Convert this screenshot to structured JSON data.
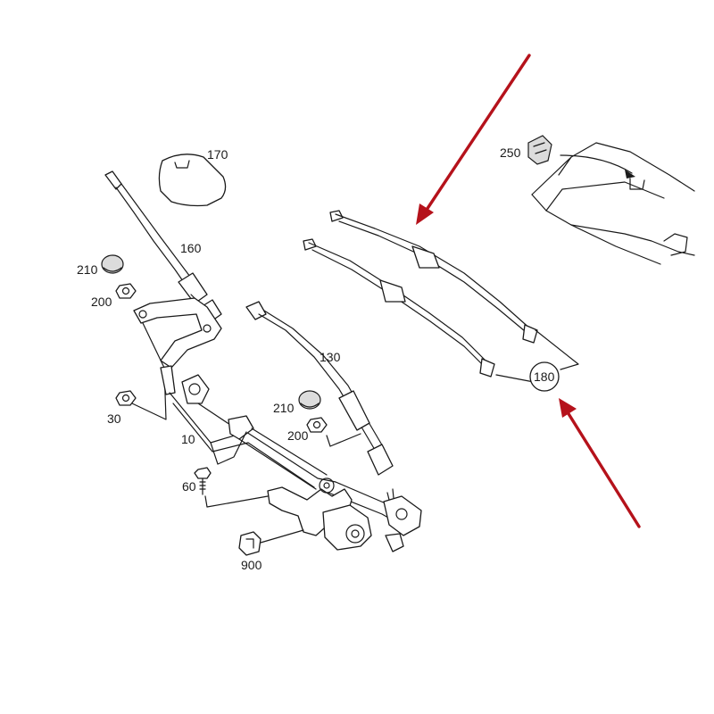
{
  "labels": {
    "p10": "10",
    "p30": "30",
    "p60": "60",
    "p130": "130",
    "p160": "160",
    "p170": "170",
    "p180": "180",
    "p200a": "200",
    "p200b": "200",
    "p210a": "210",
    "p210b": "210",
    "p250": "250",
    "p900": "900"
  },
  "colors": {
    "highlight_arrow": "#b5121b",
    "line": "#1a1a1a"
  }
}
